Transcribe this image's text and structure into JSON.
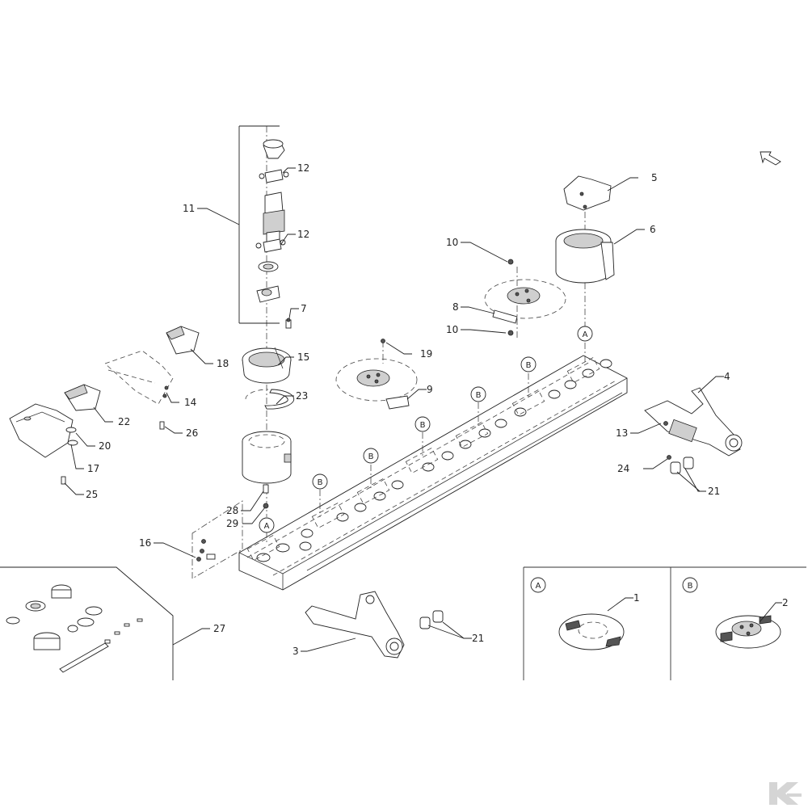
{
  "callouts": {
    "c1": "1",
    "c2": "2",
    "c3": "3",
    "c4": "4",
    "c5": "5",
    "c6": "6",
    "c7": "7",
    "c8": "8",
    "c9": "9",
    "c10a": "10",
    "c10b": "10",
    "c11": "11",
    "c12a": "12",
    "c12b": "12",
    "c13": "13",
    "c14": "14",
    "c15": "15",
    "c16": "16",
    "c17": "17",
    "c18": "18",
    "c19": "19",
    "c20": "20",
    "c21a": "21",
    "c21b": "21",
    "c22": "22",
    "c23": "23",
    "c24": "24",
    "c25": "25",
    "c26": "26",
    "c27": "27",
    "c28": "28",
    "c29": "29"
  },
  "refs": {
    "a": "A",
    "b": "B"
  },
  "brand_logo": "K"
}
